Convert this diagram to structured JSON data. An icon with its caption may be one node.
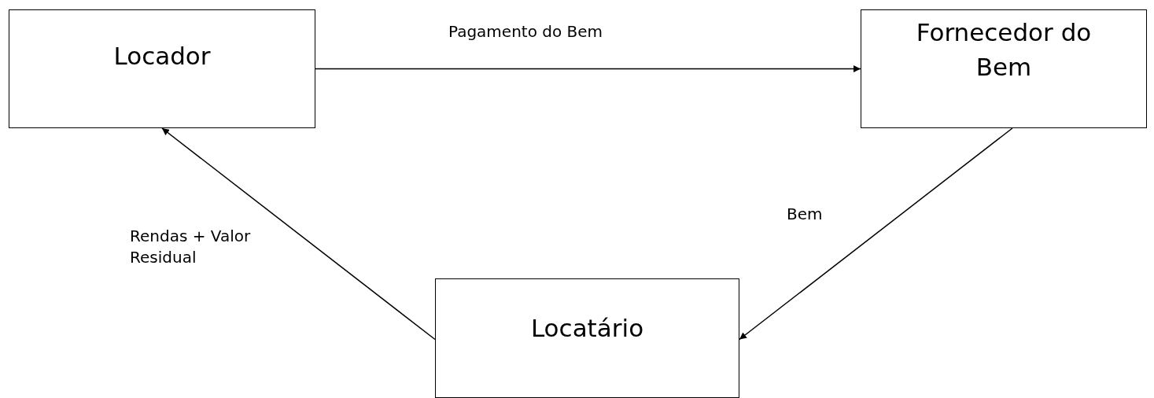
{
  "diagram": {
    "nodes": [
      {
        "text": [
          "Locador"
        ]
      },
      {
        "text": [
          "Fornecedor do Bem"
        ]
      },
      {
        "text": [
          "Locatário"
        ]
      }
    ],
    "edges": [
      {
        "from": 0,
        "to": 1,
        "arrow": "to",
        "label": "Pagamento do Bem"
      },
      {
        "from": 1,
        "to": 2,
        "arrow": "to",
        "label": "Bem"
      },
      {
        "from": 2,
        "to": 0,
        "arrow": "to",
        "label": "Rendas + Valor Residual"
      }
    ]
  }
}
